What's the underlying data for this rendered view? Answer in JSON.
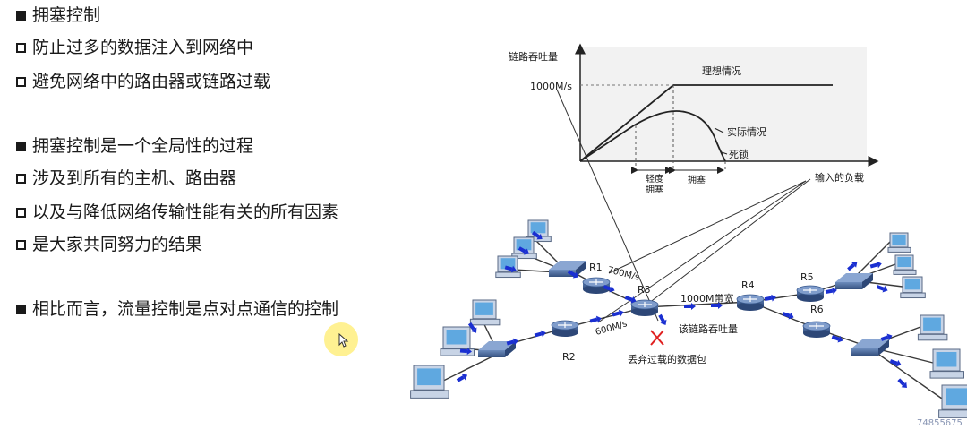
{
  "bullets": [
    {
      "marker": "solid",
      "text": "拥塞控制"
    },
    {
      "marker": "hollow",
      "text": "防止过多的数据注入到网络中"
    },
    {
      "marker": "hollow",
      "text": "避免网络中的路由器或链路过载"
    },
    {
      "marker": "solid",
      "text": "拥塞控制是一个全局性的过程"
    },
    {
      "marker": "hollow",
      "text": "涉及到所有的主机、路由器"
    },
    {
      "marker": "hollow",
      "text": "以及与降低网络传输性能有关的所有因素"
    },
    {
      "marker": "hollow",
      "text": "是大家共同努力的结果"
    },
    {
      "marker": "solid",
      "text": "相比而言，流量控制是点对点通信的控制"
    }
  ],
  "graph": {
    "y_label": "链路吞吐量",
    "x_label": "输入的负载",
    "y_tick": "1000M/s",
    "ideal_label": "理想情况",
    "actual_label": "实际情况",
    "deadlock_label": "死锁",
    "light_label_1": "轻度",
    "light_label_2": "拥塞",
    "congestion_label": "拥塞"
  },
  "network": {
    "routers": {
      "R1": "R1",
      "R2": "R2",
      "R3": "R3",
      "R4": "R4",
      "R5": "R5",
      "R6": "R6"
    },
    "rate_r1": "700M/s",
    "rate_r2": "600M/s",
    "bandwidth": "1000M带宽",
    "throughput": "该链路吞吐量",
    "drop": "丢弃过载的数据包"
  },
  "watermark": "74855675",
  "colors": {
    "router": "#3a5a8f",
    "arrow": "#1a2fd1",
    "drop": "#e02020",
    "pc": "#5fa8e0",
    "graph_bg": "#f2f2f2"
  }
}
